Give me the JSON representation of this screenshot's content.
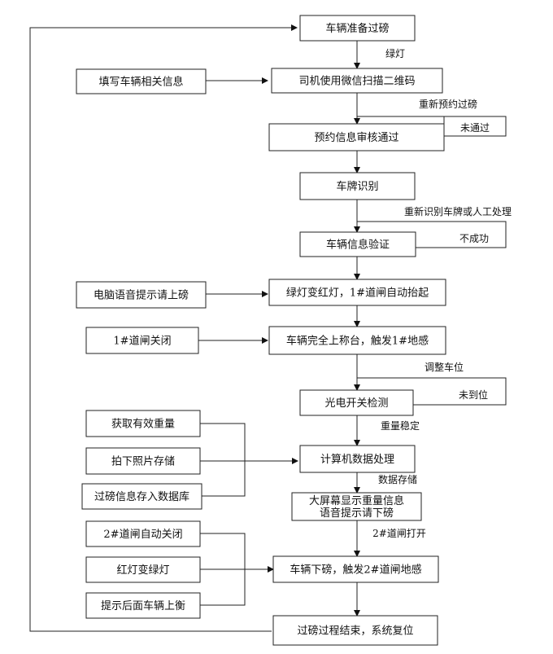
{
  "flowchart": {
    "main_steps": [
      {
        "id": "prepare",
        "text": "车辆准备过磅"
      },
      {
        "id": "scan",
        "text": "司机使用微信扫描二维码"
      },
      {
        "id": "review",
        "text": "预约信息审核通过"
      },
      {
        "id": "plate",
        "text": "车牌识别"
      },
      {
        "id": "verify",
        "text": "车辆信息验证"
      },
      {
        "id": "gate1",
        "text": "绿灯变红灯，1#道闸自动抬起"
      },
      {
        "id": "onscale",
        "text": "车辆完全上称台，触发1#地感"
      },
      {
        "id": "photo",
        "text": "光电开关检测"
      },
      {
        "id": "process",
        "text": "计算机数据处理"
      },
      {
        "id": "display",
        "lines": [
          "大屏幕显示重量信息",
          "语音提示请下磅"
        ]
      },
      {
        "id": "offscale",
        "text": "车辆下磅，触发2#道闸地感"
      },
      {
        "id": "end",
        "text": "过磅过程结束，系统复位"
      }
    ],
    "side_steps": [
      {
        "id": "fill",
        "text": "填写车辆相关信息"
      },
      {
        "id": "voice1",
        "text": "电脑语音提示请上磅"
      },
      {
        "id": "gate1close",
        "text": "1#道闸关闭"
      },
      {
        "id": "weight",
        "text": "获取有效重量"
      },
      {
        "id": "shoot",
        "text": "拍下照片存储"
      },
      {
        "id": "store",
        "text": "过磅信息存入数据库"
      },
      {
        "id": "gate2close",
        "text": "2#道闸自动关闭"
      },
      {
        "id": "redgreen",
        "text": "红灯变绿灯"
      },
      {
        "id": "next",
        "text": "提示后面车辆上衡"
      }
    ],
    "edge_labels": [
      {
        "id": "green",
        "text": "绿灯"
      },
      {
        "id": "rebook",
        "text": "重新预约过磅"
      },
      {
        "id": "notpass",
        "text": "未通过"
      },
      {
        "id": "reident",
        "text": "重新识别车牌或人工处理"
      },
      {
        "id": "fail",
        "text": "不成功"
      },
      {
        "id": "adjust",
        "text": "调整车位"
      },
      {
        "id": "notpos",
        "text": "未到位"
      },
      {
        "id": "stable",
        "text": "重量稳定"
      },
      {
        "id": "datastore",
        "text": "数据存储"
      },
      {
        "id": "gate2open",
        "text": "2#道闸打开"
      }
    ]
  }
}
